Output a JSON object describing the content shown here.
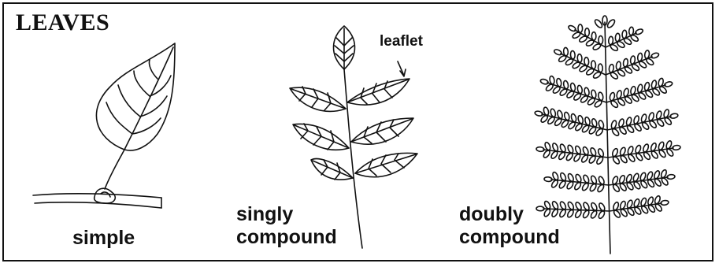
{
  "title": "LEAVES",
  "leaves": {
    "simple": {
      "label": "simple"
    },
    "singly": {
      "label_line1": "singly",
      "label_line2": "compound"
    },
    "doubly": {
      "label_line1": "doubly",
      "label_line2": "compound"
    }
  },
  "annotation": {
    "leaflet": "leaflet"
  }
}
